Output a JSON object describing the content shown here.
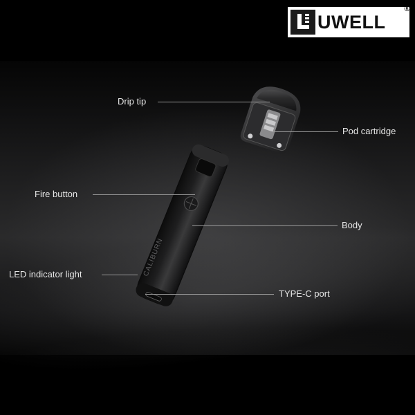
{
  "brand": {
    "name": "UWELL",
    "registered": "®"
  },
  "device": {
    "model_text": "CALIBURN"
  },
  "callouts": {
    "drip_tip": "Drip tip",
    "pod_cartridge": "Pod cartridge",
    "fire_button": "Fire button",
    "body": "Body",
    "led_indicator": "LED indicator light",
    "type_c_port": "TYPE-C port"
  },
  "colors": {
    "background": "#000000",
    "label_text": "#e6e6e6",
    "leader_line": "#9a9a9a",
    "logo_bg": "#ffffff",
    "logo_text": "#111111"
  }
}
